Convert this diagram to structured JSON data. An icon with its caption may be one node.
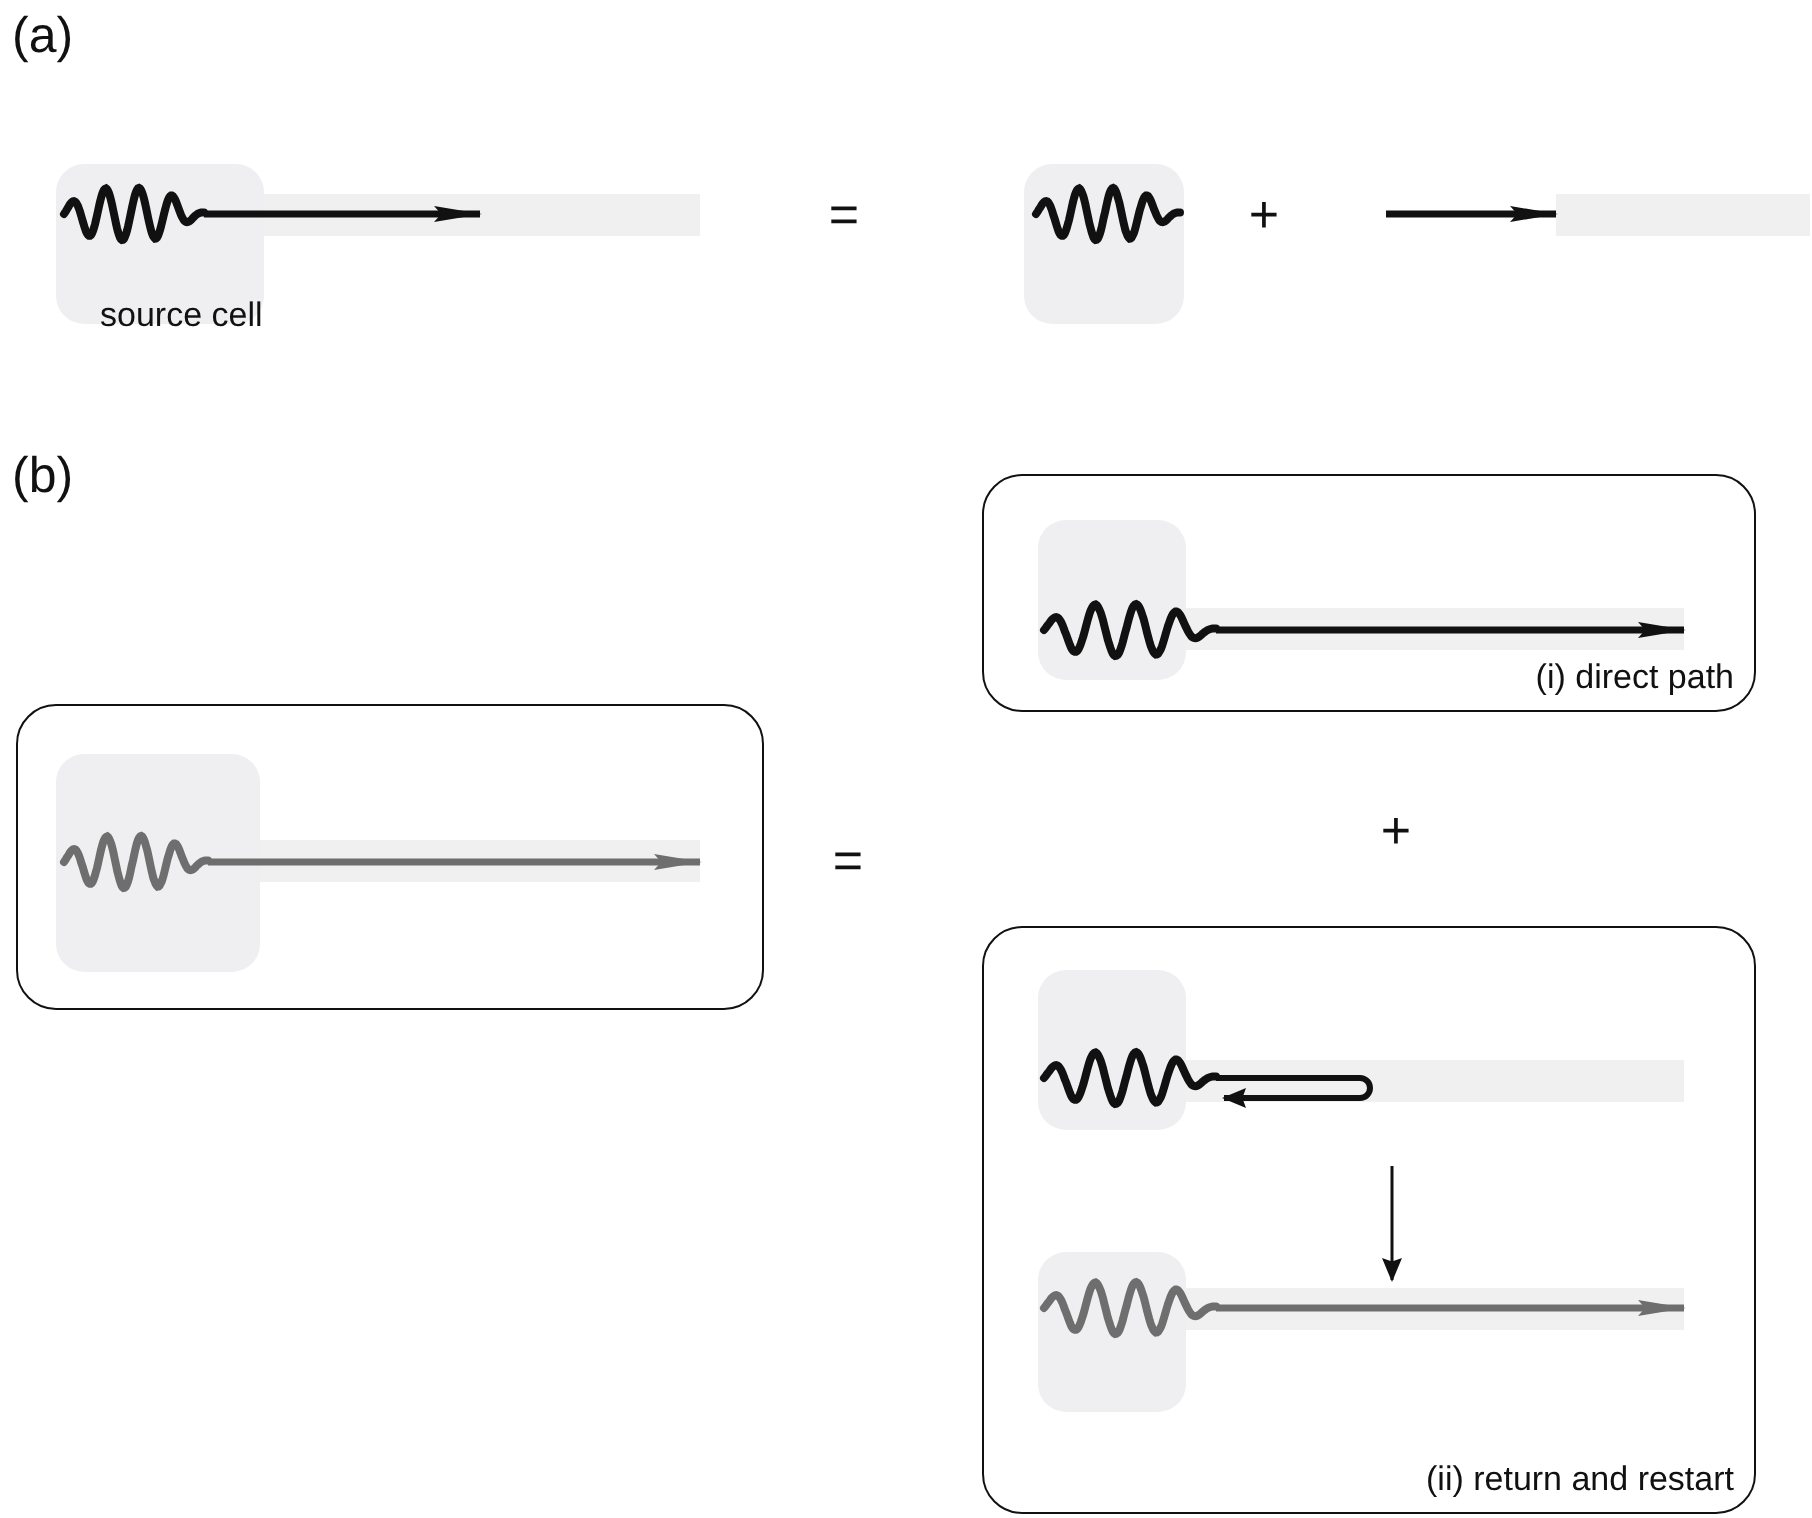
{
  "diagram": {
    "nodes": [
      {
        "text": [
          "(i) direct path"
        ]
      },
      {
        "text": [],
        "shape": "box"
      },
      {
        "text": [
          "(ii) return and restart"
        ]
      }
    ],
    "labels": [
      "(a)",
      "=",
      "+",
      "source cell",
      "(b)",
      "=",
      "+"
    ]
  }
}
